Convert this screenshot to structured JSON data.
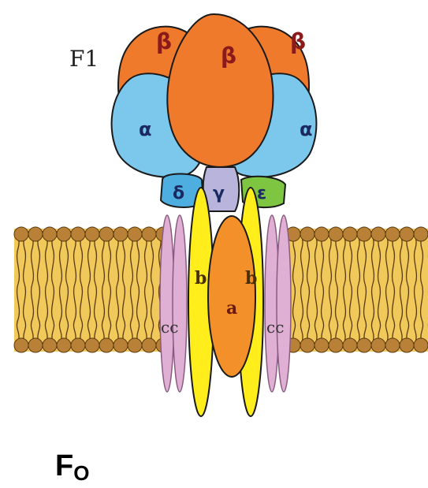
{
  "labels": {
    "f1": "F1",
    "beta_left": "β",
    "beta_center": "β",
    "beta_right": "β",
    "alpha_left": "α",
    "alpha_right": "α",
    "delta": "δ",
    "gamma": "γ",
    "epsilon": "ε",
    "b_left": "b",
    "b_right": "b",
    "a": "a",
    "c_left": "cc",
    "c_right": "cc",
    "fo_main": "F",
    "fo_sub": "O"
  },
  "colors": {
    "beta": "#f07a2c",
    "alpha": "#7cc7ec",
    "delta": "#4faee0",
    "gamma": "#b8b4dc",
    "epsilon": "#7ec641",
    "b_stalk": "#ffee1c",
    "a_subunit": "#f3902a",
    "c_ring": "#e0b0d4",
    "membrane": "#f0c95a",
    "lipid_head": "#b98038",
    "text_red": "#8b1a1a"
  }
}
